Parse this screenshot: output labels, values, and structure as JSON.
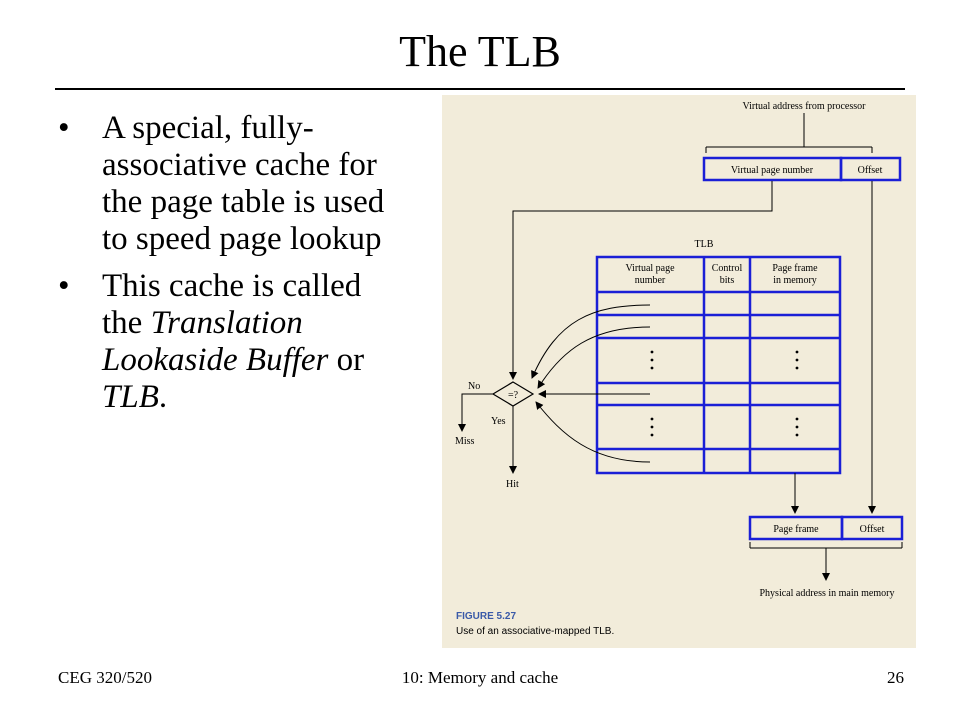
{
  "slide": {
    "title": "The TLB",
    "bullets": [
      {
        "parts": [
          {
            "text": "A special, fully-associative cache for the page table is used to speed page lookup",
            "italic": false
          }
        ]
      },
      {
        "parts": [
          {
            "text": "This cache is called the ",
            "italic": false
          },
          {
            "text": "Translation Lookaside Buffer",
            "italic": true
          },
          {
            "text": " or ",
            "italic": false
          },
          {
            "text": "TLB",
            "italic": true
          },
          {
            "text": ".",
            "italic": false
          }
        ]
      }
    ]
  },
  "figure": {
    "virtual_address_label": "Virtual address from processor",
    "vpn_label": "Virtual page number",
    "offset_label": "Offset",
    "tlb_label": "TLB",
    "col_vpn_line1": "Virtual page",
    "col_vpn_line2": "number",
    "col_control_line1": "Control",
    "col_control_line2": "bits",
    "col_frame_line1": "Page frame",
    "col_frame_line2": "in memory",
    "compare_label": "=?",
    "no_label": "No",
    "yes_label": "Yes",
    "miss_label": "Miss",
    "hit_label": "Hit",
    "page_frame_label": "Page frame",
    "offset2_label": "Offset",
    "physical_address_label": "Physical address in main memory",
    "caption_number": "FIGURE 5.27",
    "caption_text": "Use of an associative-mapped TLB.",
    "colors": {
      "table_line": "#1a1fd6",
      "paper": "#f2ecda",
      "caption": "#3a5aa8"
    }
  },
  "footer": {
    "left": "CEG 320/520",
    "center": "10: Memory and cache",
    "right": "26"
  }
}
